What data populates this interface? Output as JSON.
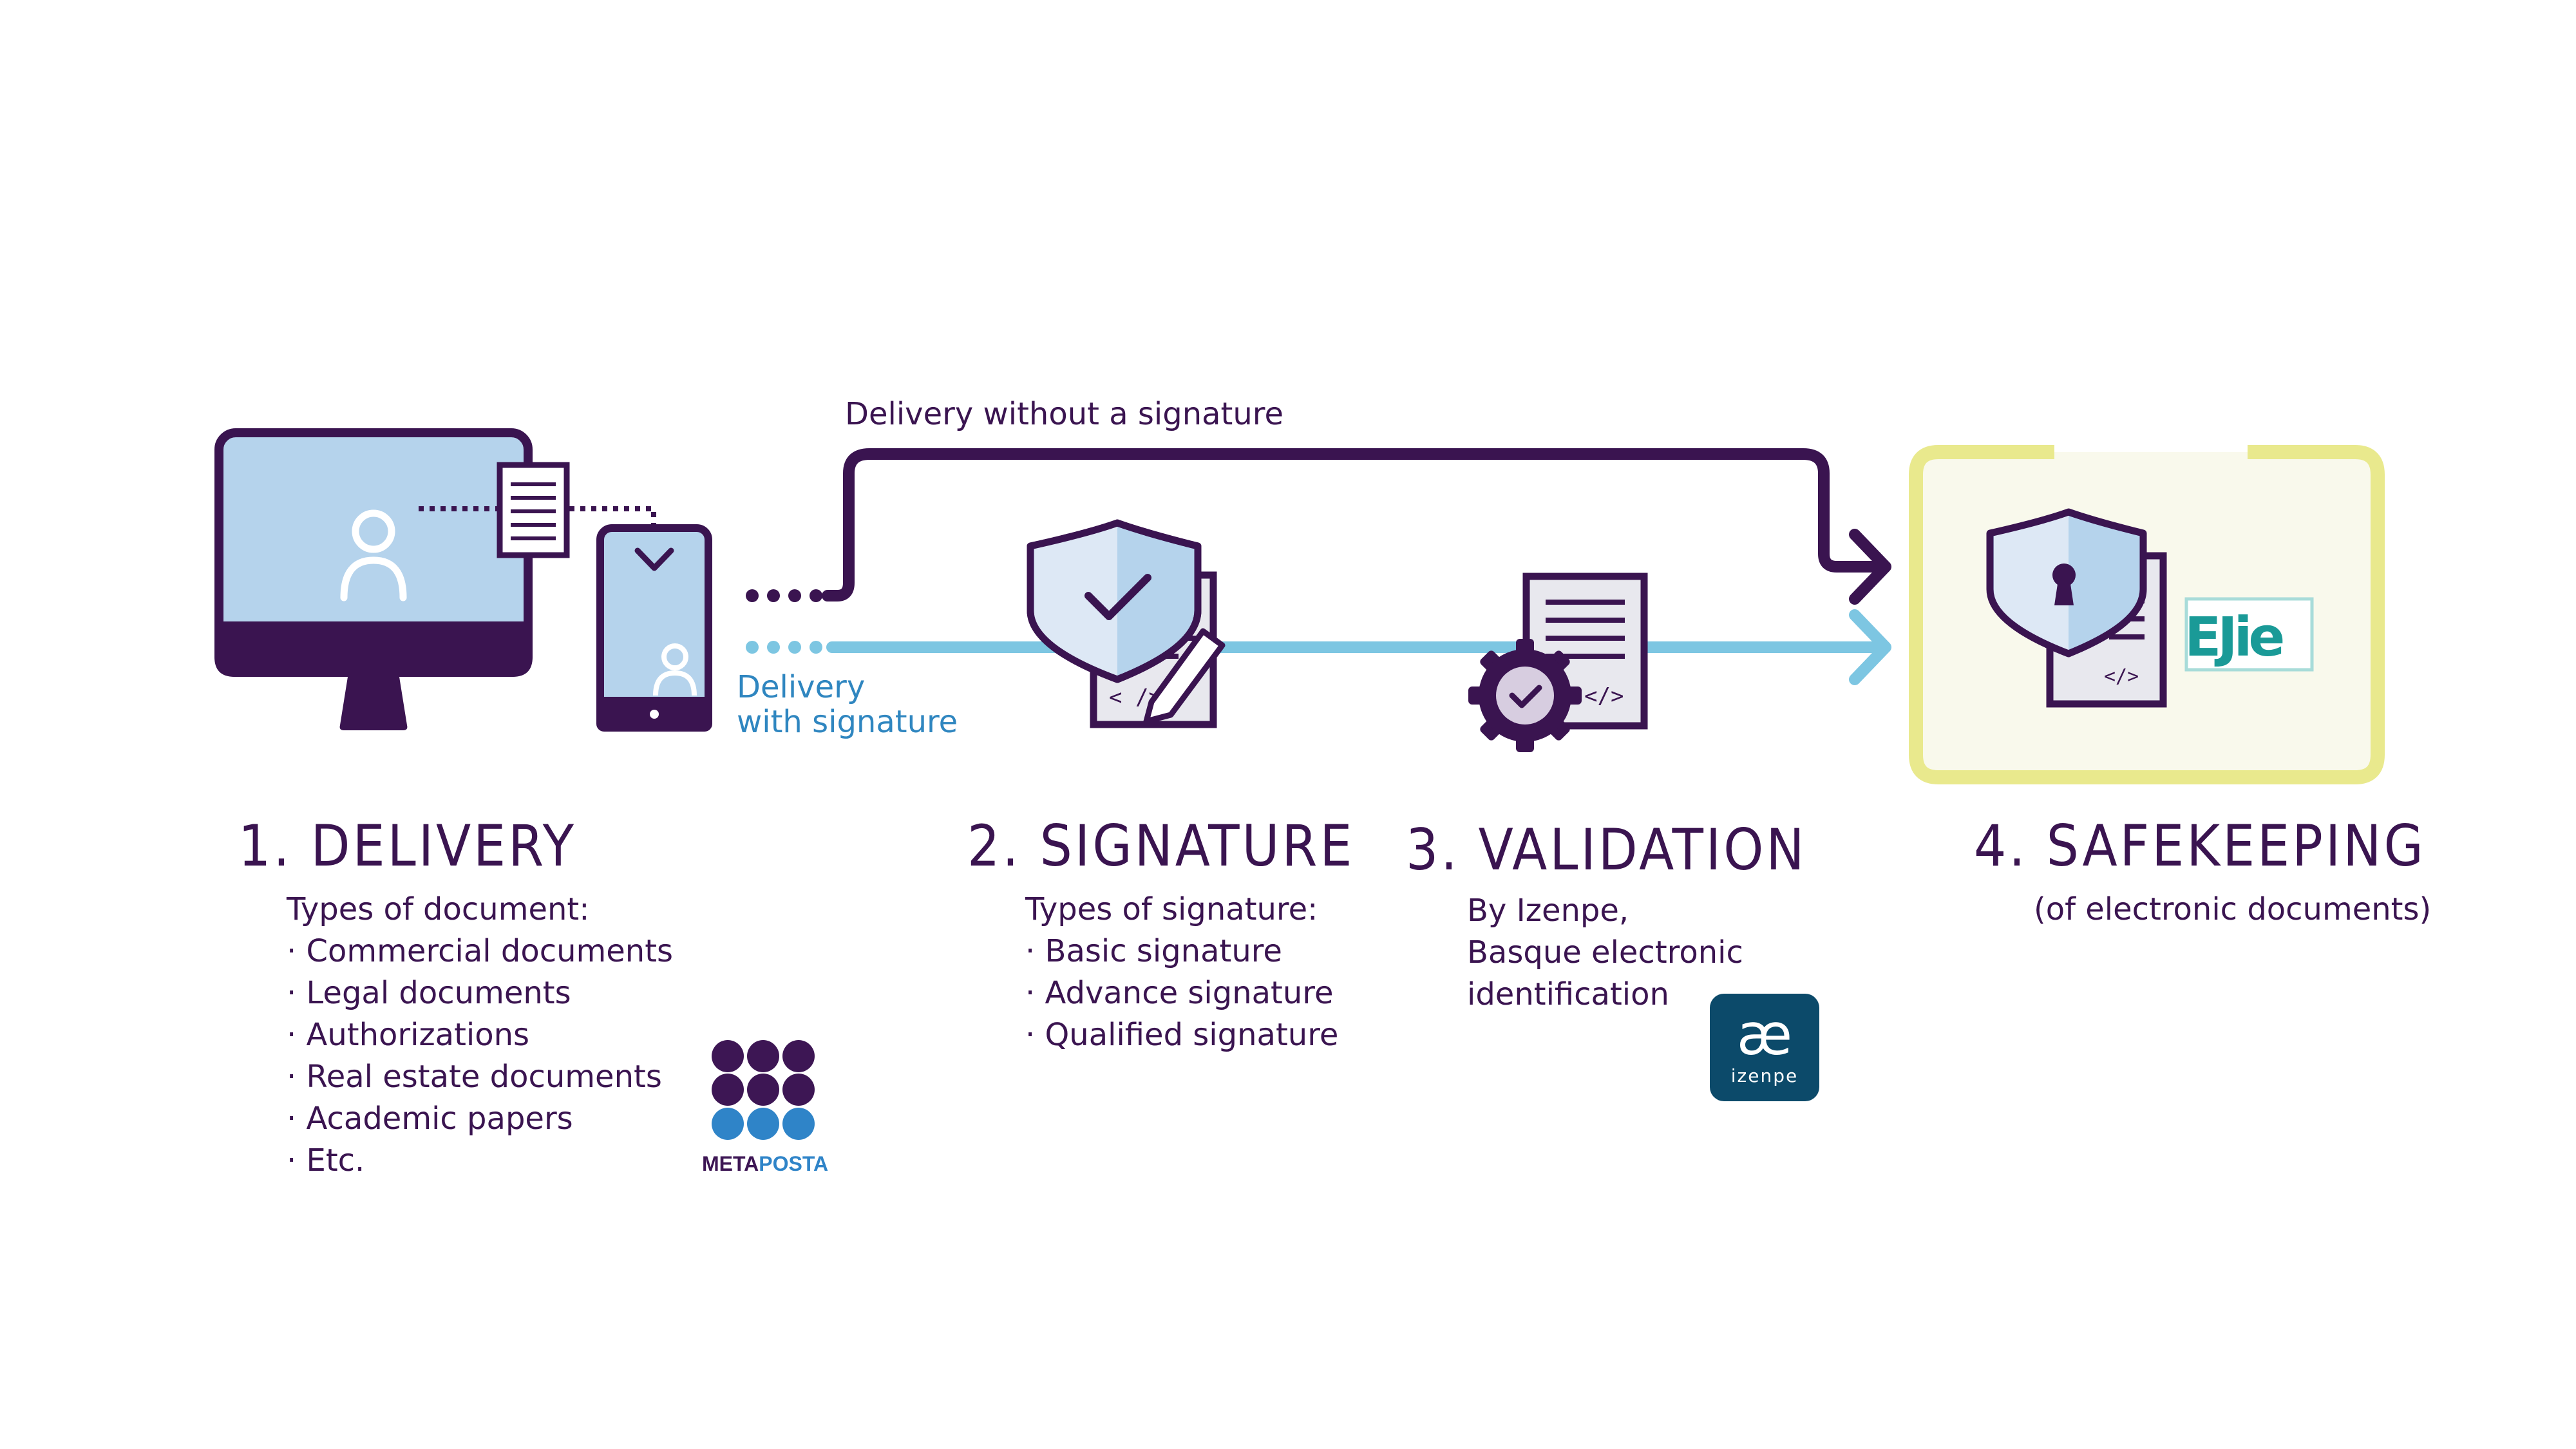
{
  "flow": {
    "top_path_label": "Delivery without a signature",
    "bottom_path_label_line1": "Delivery",
    "bottom_path_label_line2": "with signature"
  },
  "steps": [
    {
      "title": "1. DELIVERY",
      "heading": "Types of document:",
      "items": [
        "· Commercial documents",
        "· Legal documents",
        "· Authorizations",
        "· Real estate documents",
        "· Academic papers",
        "· Etc."
      ],
      "logo": {
        "name_part1": "META",
        "name_part2": "POSTA"
      }
    },
    {
      "title": "2. SIGNATURE",
      "heading": "Types of signature:",
      "items": [
        "· Basic signature",
        "· Advance signature",
        "· Qualified signature"
      ]
    },
    {
      "title": "3. VALIDATION",
      "lines": [
        "By Izenpe,",
        "Basque electronic",
        "identification"
      ],
      "logo": {
        "symbol": "æ",
        "name": "izenpe"
      }
    },
    {
      "title": "4. SAFEKEEPING",
      "subtitle": "(of electronic documents)",
      "logo": {
        "name": "EJie"
      }
    }
  ],
  "colors": {
    "dark_purple": "#3a1450",
    "light_blue_fill": "#b5d3ec",
    "arrow_blue": "#7dc6e2",
    "label_blue": "#2f86c0",
    "safe_box_border": "#e9e98d",
    "safe_box_fill": "#f9f9ec",
    "izenpe_bg": "#0c4a6a",
    "ejie_teal": "#1a9a97",
    "metaposta_purple": "#3d1654",
    "metaposta_blue": "#2f84c8"
  },
  "icons": [
    "computer-icon",
    "user-icon",
    "document-icon",
    "smartphone-icon",
    "shield-check-icon",
    "signed-document-icon",
    "gear-check-icon",
    "code-document-icon",
    "shield-lock-icon"
  ]
}
